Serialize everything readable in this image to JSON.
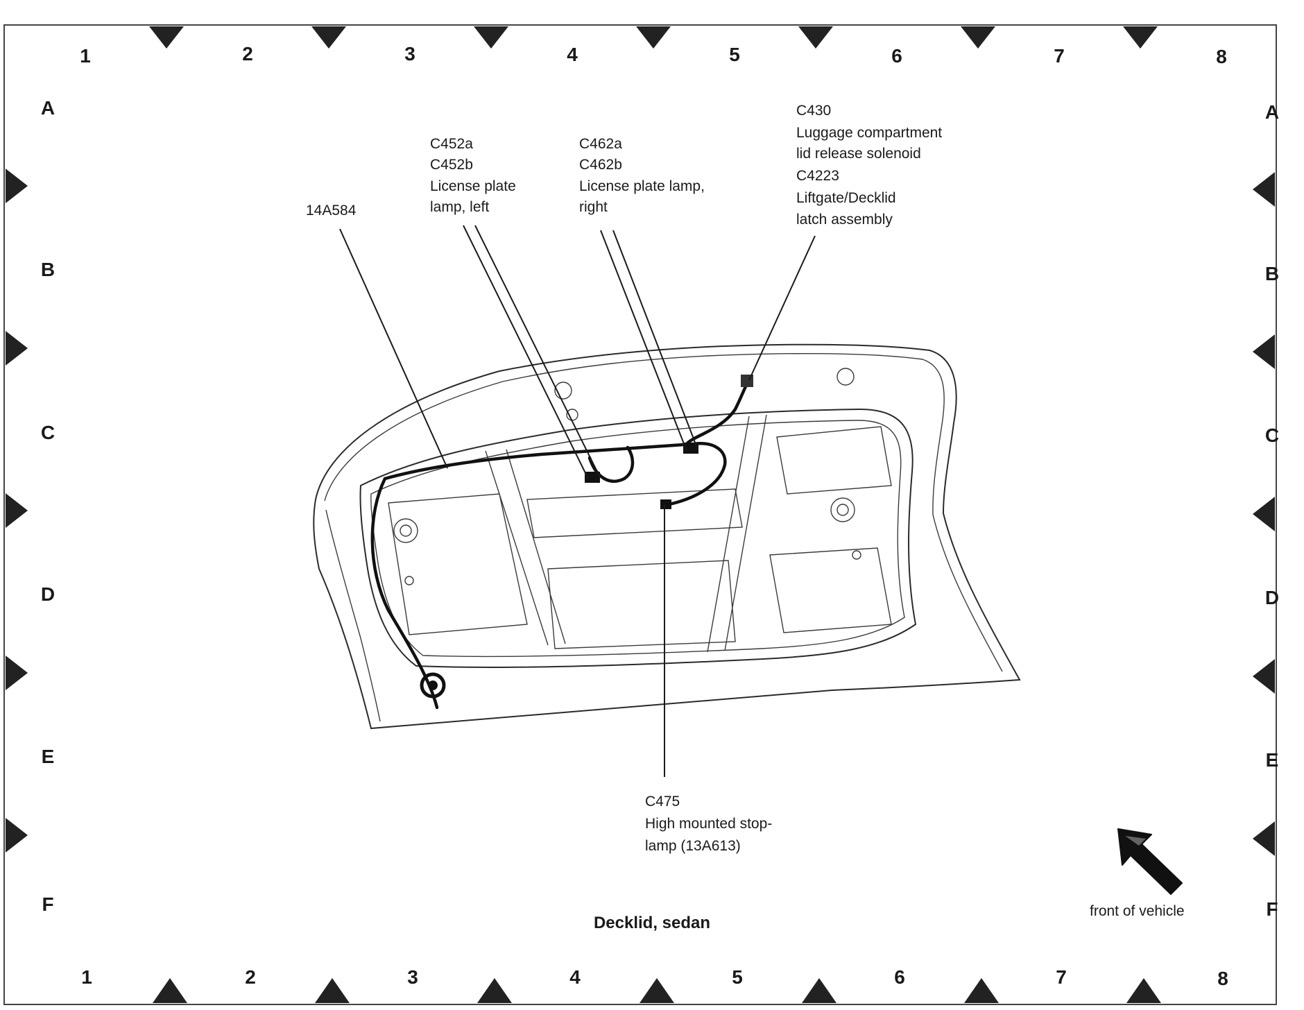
{
  "grid": {
    "columns": [
      "1",
      "2",
      "3",
      "4",
      "5",
      "6",
      "7",
      "8"
    ],
    "rows": [
      "A",
      "B",
      "C",
      "D",
      "E",
      "F"
    ]
  },
  "callouts": {
    "wire_harness": [
      "14A584"
    ],
    "license_lamp_left": [
      "C452a",
      "C452b",
      "License plate",
      "lamp, left"
    ],
    "license_lamp_right": [
      "C462a",
      "C462b",
      "License plate lamp,",
      "right"
    ],
    "decklid_release": [
      "C430",
      "Luggage compartment",
      "lid release solenoid",
      "C4223",
      "Liftgate/Decklid",
      "latch assembly"
    ],
    "stoplamp": [
      "C475",
      "High mounted stop-",
      "lamp (13A613)"
    ]
  },
  "title": "Decklid, sedan",
  "orientation": {
    "label": "front of vehicle",
    "icon": "front-arrow-icon"
  },
  "colors": {
    "ink": "#1a1a1a",
    "marker": "#222222"
  }
}
